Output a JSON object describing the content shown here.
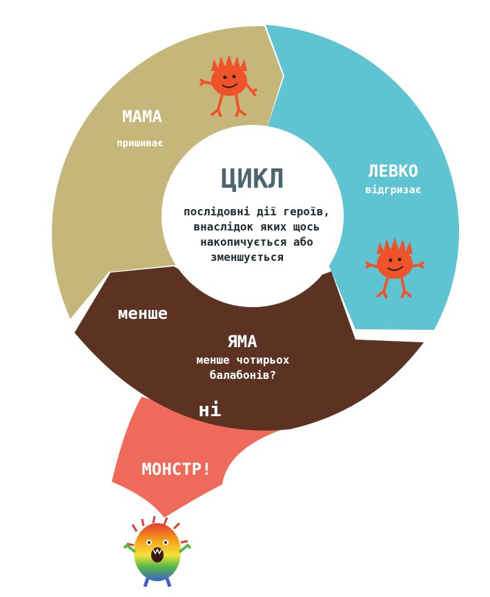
{
  "center": {
    "title": "ЦИКЛ",
    "description_lines": [
      "послідовні дії героїв,",
      "внаслідок яких щось",
      "накопичується або",
      "зменшується"
    ]
  },
  "segments": {
    "mama": {
      "title": "МАМА",
      "action": "пришиває"
    },
    "levko": {
      "title": "ЛЕВКО",
      "action": "відгризає"
    },
    "yama": {
      "label_less": "менше",
      "title": "ЯМА",
      "question_lines": [
        "менше чотирьох",
        "балабонів?"
      ],
      "answer": "ні"
    },
    "monster": {
      "title": "МОНСТР!"
    }
  },
  "colors": {
    "mama": "#c5b779",
    "levko": "#5ec4d2",
    "yama": "#5c3222",
    "monster": "#f06a5c",
    "center_title": "#4c6670",
    "center_text": "#1f2b31",
    "creature": "#f0522a"
  },
  "icons": [
    "creature-orange-icon",
    "monster-rainbow-icon"
  ]
}
